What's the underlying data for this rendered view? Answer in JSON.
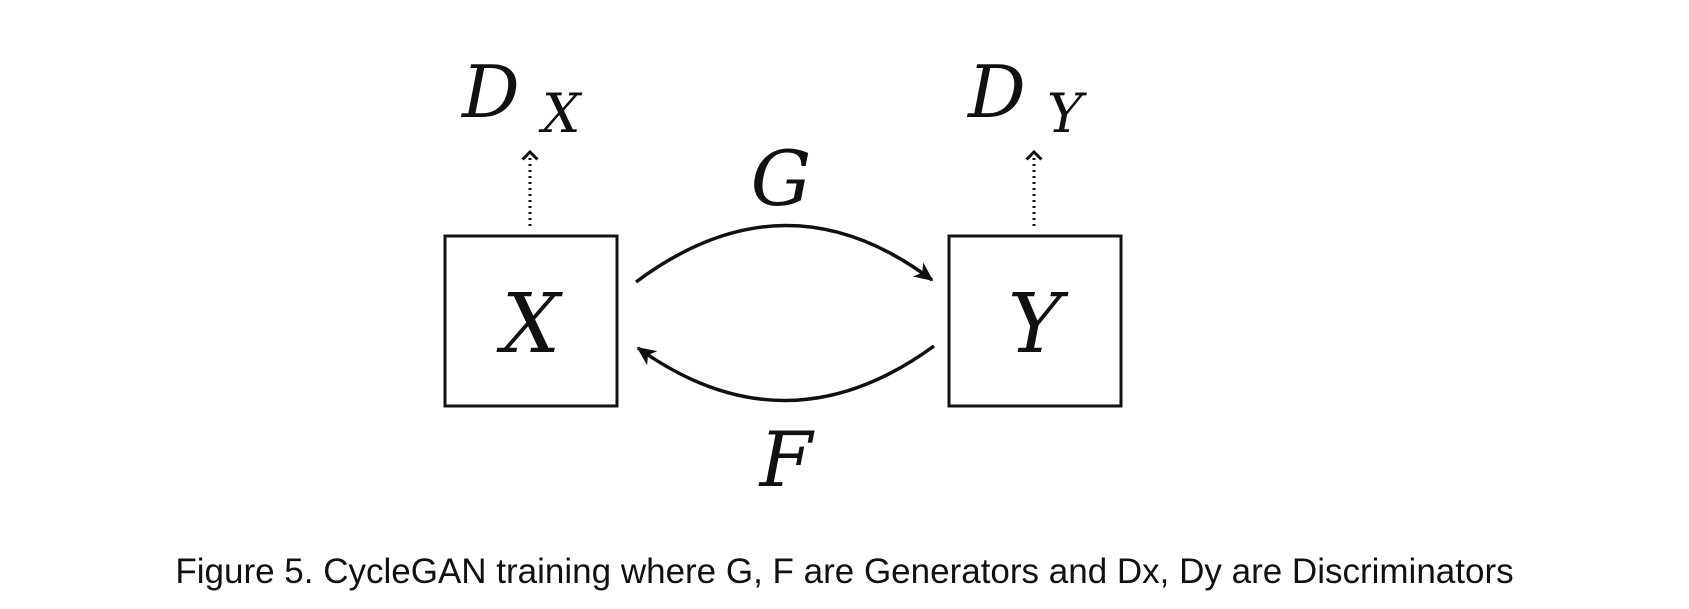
{
  "diagram": {
    "nodes": {
      "x": {
        "label": "X"
      },
      "y": {
        "label": "Y"
      }
    },
    "discriminators": {
      "dx": {
        "base": "D",
        "subscript": "X"
      },
      "dy": {
        "base": "D",
        "subscript": "Y"
      }
    },
    "mappings": {
      "g": {
        "label": "G",
        "from": "X",
        "to": "Y"
      },
      "f": {
        "label": "F",
        "from": "Y",
        "to": "X"
      }
    }
  },
  "caption": "Figure 5. CycleGAN training where G, F are Generators and Dx, Dy are Discriminators"
}
